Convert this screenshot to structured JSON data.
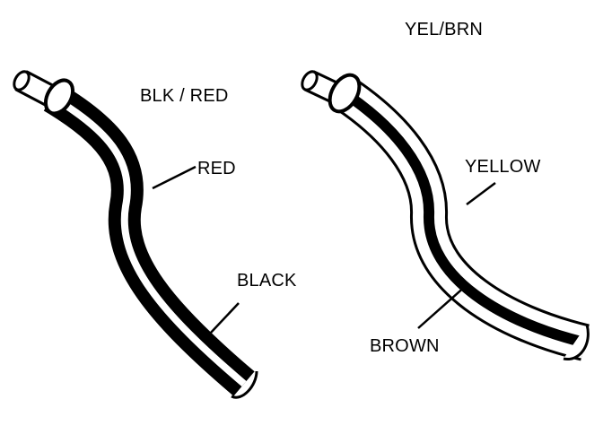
{
  "diagrams": [
    {
      "title": "BLK / RED",
      "stripe_label": "RED",
      "base_label": "BLACK",
      "base_color": "#000000",
      "stripe_color": "#ffffff"
    },
    {
      "title": "YEL/BRN",
      "stripe_label": "BROWN",
      "base_label": "YELLOW",
      "base_color": "#ffffff",
      "stripe_color": "#000000"
    }
  ]
}
